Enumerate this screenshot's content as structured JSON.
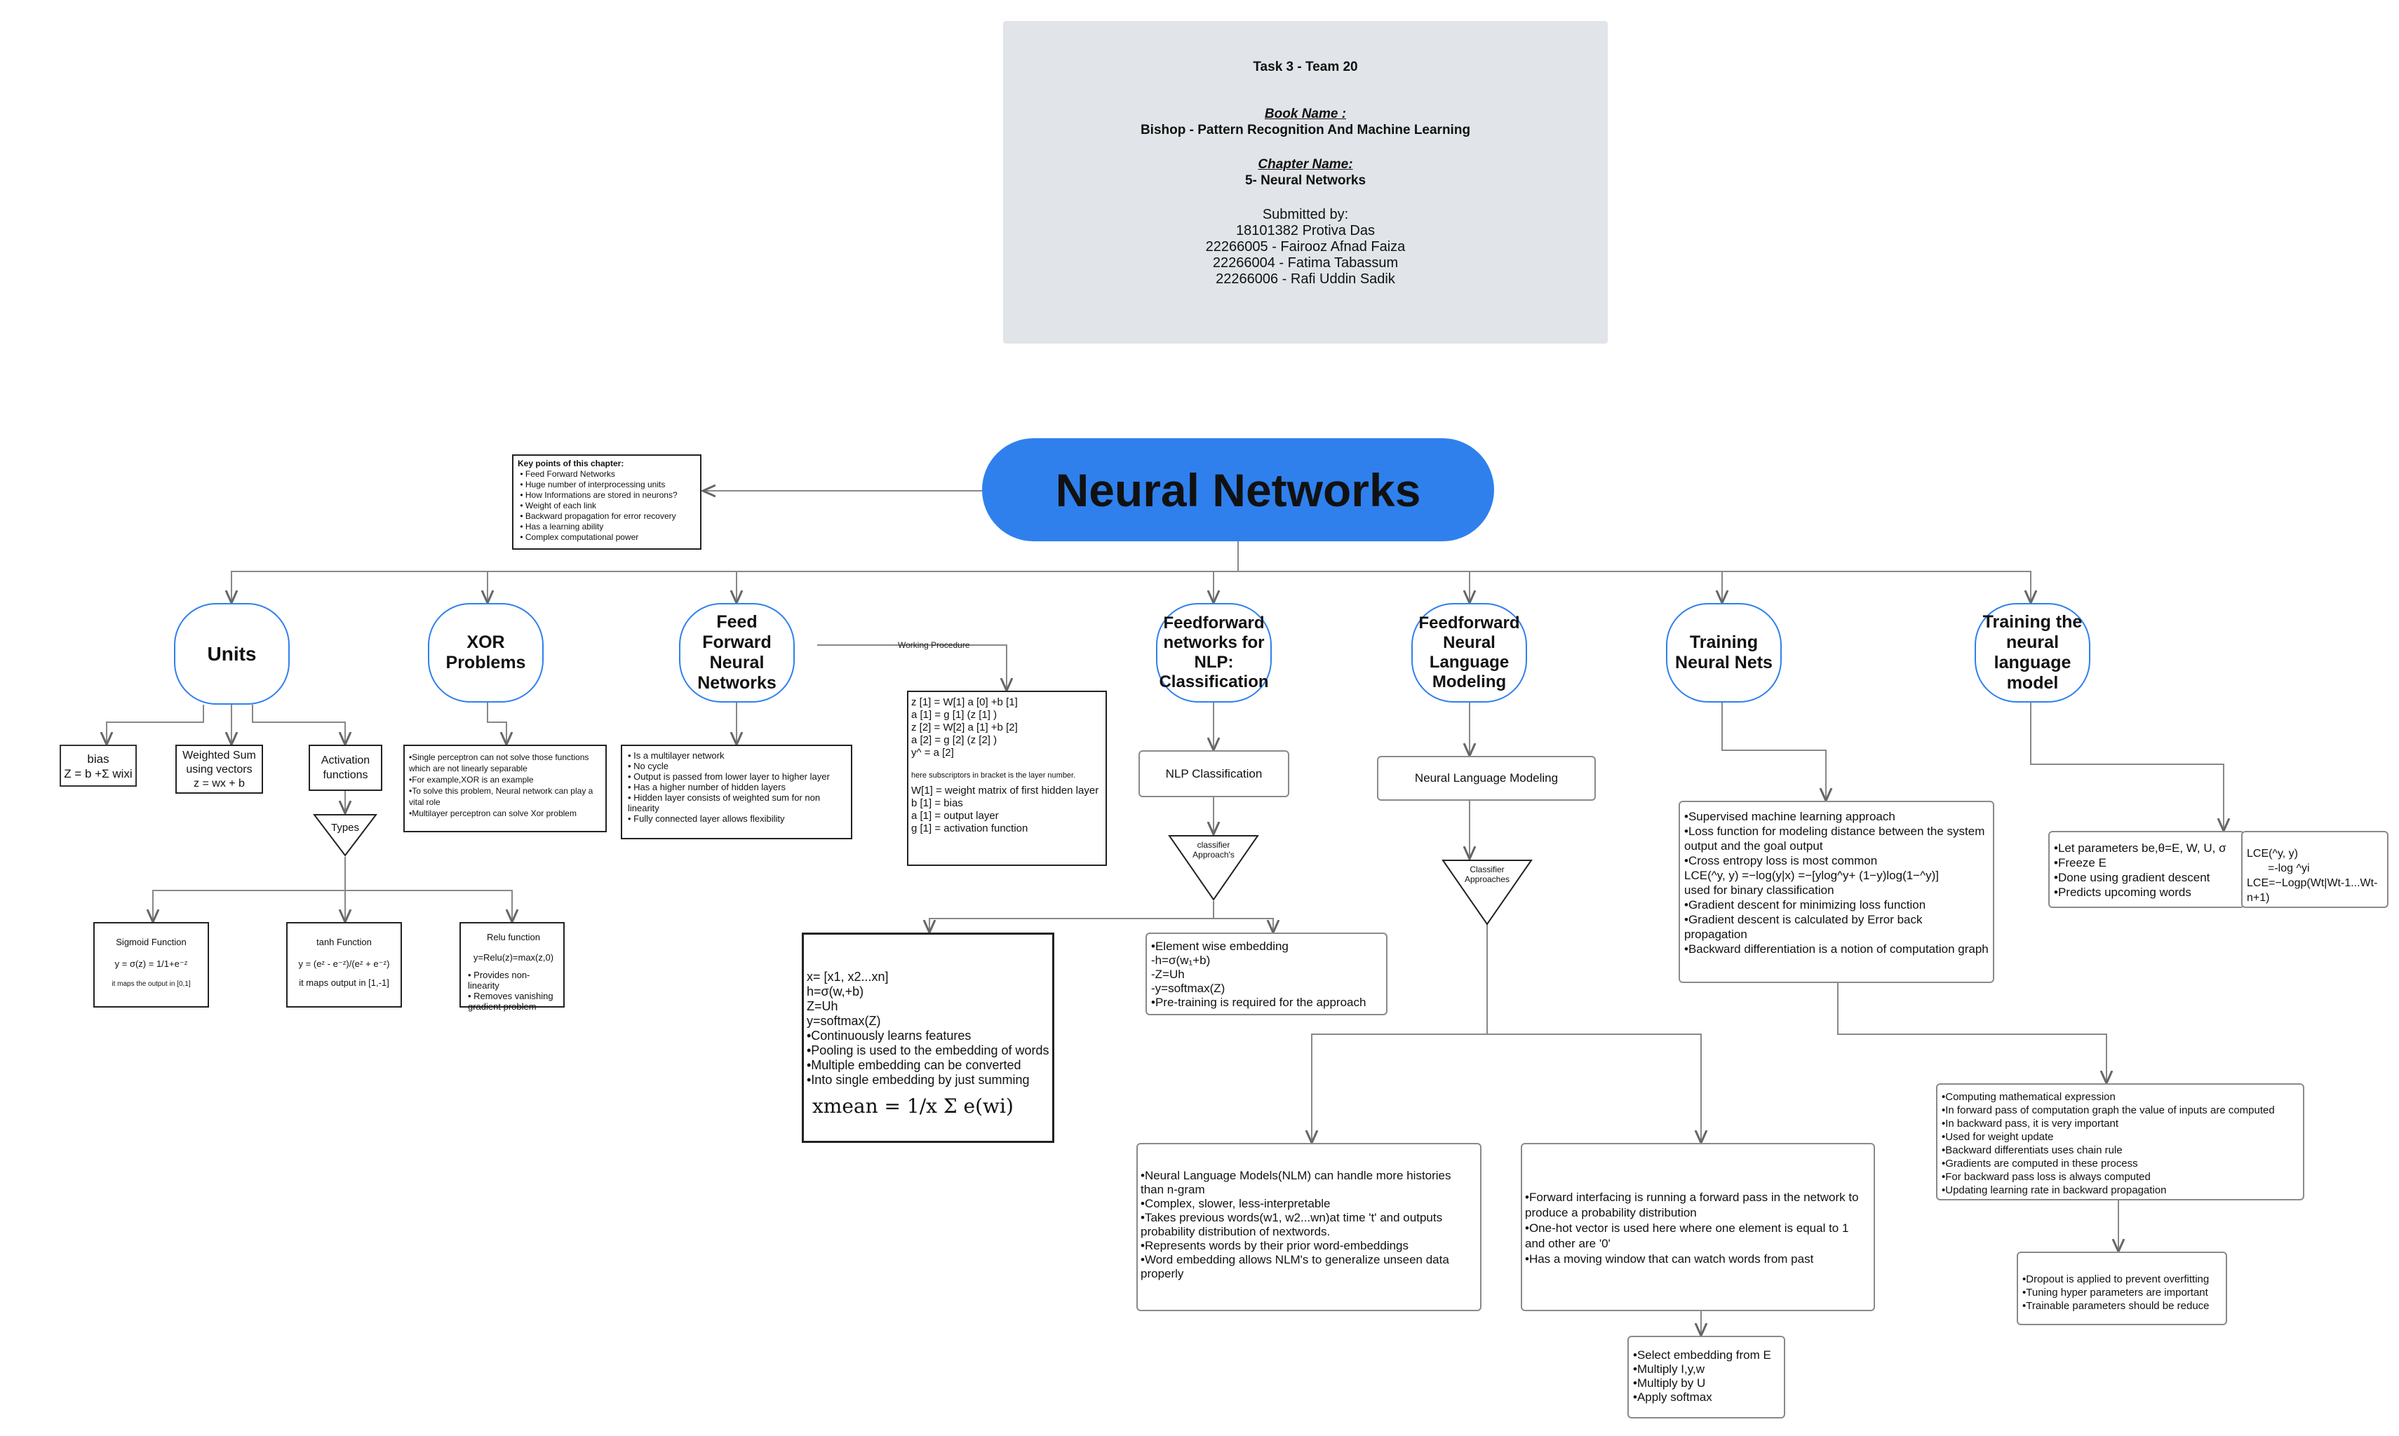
{
  "header": {
    "task": "Task 3 - Team 20",
    "book_label": "Book Name :",
    "book_value": "Bishop - Pattern Recognition And Machine Learning",
    "chapter_label": "Chapter Name:",
    "chapter_value": "5-  Neural Networks",
    "submitted_by": "Submitted by:",
    "members": [
      "18101382 Protiva Das",
      "22266005 - Fairooz Afnad Faiza",
      "22266004 - Fatima Tabassum",
      "22266006 -  Rafi Uddin Sadik"
    ]
  },
  "title": "Neural Networks",
  "keypoints": {
    "heading": "Key points of this chapter:",
    "items": [
      "Feed Forward Networks",
      "Huge number of interprocessing units",
      "How Informations are stored in neurons?",
      "Weight of each link",
      "Backward propagation for error recovery",
      "Has a learning ability",
      "Complex computational power"
    ]
  },
  "branches": {
    "units": "Units",
    "xor": "XOR Problems",
    "ffnn": "Feed Forward Neural Networks",
    "nlp": "Feedforward networks for NLP: Classification",
    "fnlm": "Feedforward Neural Language Modeling",
    "training": "Training Neural Nets",
    "training_lm": "Training the neural language model"
  },
  "units": {
    "bias_title": "bias",
    "bias_formula": "Z = b +Σ wixi",
    "wsum_title": "Weighted Sum using vectors",
    "wsum_formula": "z = wx + b",
    "activation": "Activation functions",
    "types": "Types",
    "sigmoid_title": "Sigmoid Function",
    "sigmoid_formula": "y = σ(z) = 1/1+e⁻ᶻ",
    "sigmoid_note": "it maps the output in [0,1]",
    "tanh_title": "tanh Function",
    "tanh_formula": "y = (eᶻ - e⁻ᶻ)/(eᶻ + e⁻ᶻ)",
    "tanh_note": "it maps output in [1,-1]",
    "relu_title": "Relu function",
    "relu_formula": "y=Relu(z)=max(z,0)",
    "relu_notes": [
      "Provides non-linearity",
      "Removes vanishing gradient problem"
    ]
  },
  "xor": {
    "items": [
      "Single perceptron can not solve those functions which are not linearly separable",
      "For example,XOR is an example",
      "To solve this problem, Neural network can play a vital role",
      "Multilayer perceptron can solve Xor problem"
    ]
  },
  "ffnn": {
    "items": [
      "Is a multilayer network",
      "No cycle",
      "Output is passed from lower layer to higher layer",
      "Has a higher number of hidden layers",
      "Hidden layer consists of weighted sum for non linearity",
      "Fully connected layer allows flexibility"
    ],
    "edge_label": "Working Procedure",
    "proc": [
      "z [1] = W[1] a [0] +b [1]",
      "a [1] = g [1] (z [1] )",
      "z [2] = W[2] a [1] +b [2]",
      "a [2] = g [2] (z [2] )",
      "y^ = a [2]"
    ],
    "proc_note": "here subscriptors in bracket is the layer number.",
    "proc_defs": [
      "W[1] = weight matrix of first hidden layer",
      "b [1] = bias",
      "a [1] = output layer",
      "g [1] = activation function"
    ]
  },
  "nlp": {
    "node": "NLP Classification",
    "approach": "classifier Approach's",
    "left": [
      "x= [x1, x2...xn]",
      "h=σ(w,+b)",
      "Z=Uh",
      "y=softmax(Z)",
      "•Continuously learns features",
      "•Pooling is used to the embedding of words",
      "•Multiple embedding can be converted",
      "•Into single embedding by just summing"
    ],
    "left_formula": "xmean = 1/x Σ e(wi)",
    "right": [
      "•Element wise embedding",
      "-h=σ(w₁+b)",
      "-Z=Uh",
      "-y=softmax(Z)",
      "•Pre-training is required for the approach"
    ]
  },
  "fnlm": {
    "node": "Neural Language Modeling",
    "approach": "Classifier Approaches",
    "left": [
      "•Neural Language Models(NLM) can handle more histories than n-gram",
      "•Complex, slower, less-interpretable",
      "•Takes previous words(w1, w2...wn)at time 't' and outputs probability distribution of nextwords.",
      "•Represents words by their prior word-embeddings",
      "•Word embedding allows NLM's to generalize unseen data properly"
    ],
    "right": [
      "•Forward interfacing is running a forward pass in the network to produce a probability distribution",
      "•One-hot vector is used here where one element is equal to 1 and other are '0'",
      "•Has a moving window that can watch words from past"
    ],
    "steps": [
      "•Select embedding from E",
      "•Multiply I,y,w",
      "•Multiply by U",
      "•Apply softmax"
    ]
  },
  "training": {
    "main": [
      "•Supervised machine learning approach",
      "•Loss function for modeling distance between the system output and the goal output",
      "•Cross entropy loss is most common",
      "LCE(^y, y) =−log(y|x) =−[ylog^y+ (1−y)log(1−^y)]",
      "used for binary classification",
      "•Gradient descent for minimizing loss function",
      "•Gradient descent is calculated by Error back propagation",
      "•Backward differentiation is a notion of computation graph"
    ],
    "backprop": [
      "•Computing mathematical expression",
      "•In forward pass of computation graph the value of inputs are computed",
      "•In backward pass, it is very important",
      "•Used for weight update",
      "•Backward differentiats uses chain rule",
      "•Gradients are computed in these process",
      "•For backward pass loss is always computed",
      "•Updating learning rate in backward propagation"
    ],
    "tips": [
      "•Dropout is applied to prevent overfitting",
      "•Tuning hyper parameters are important",
      "•Trainable parameters should be reduce"
    ]
  },
  "training_lm": {
    "left": [
      "•Let parameters be,θ=E, W, U, σ",
      "•Freeze E",
      "•Done using gradient descent",
      "•Predicts upcoming words"
    ],
    "right": [
      "LCE(^y, y)",
      "=-log ^yi",
      "LCE=−Logp(Wt|Wt-1...Wt-n+1)"
    ]
  },
  "colors": {
    "header_bg": "#e1e4e8",
    "title_bg": "#2f80ed",
    "node_border": "#2f80ed"
  }
}
